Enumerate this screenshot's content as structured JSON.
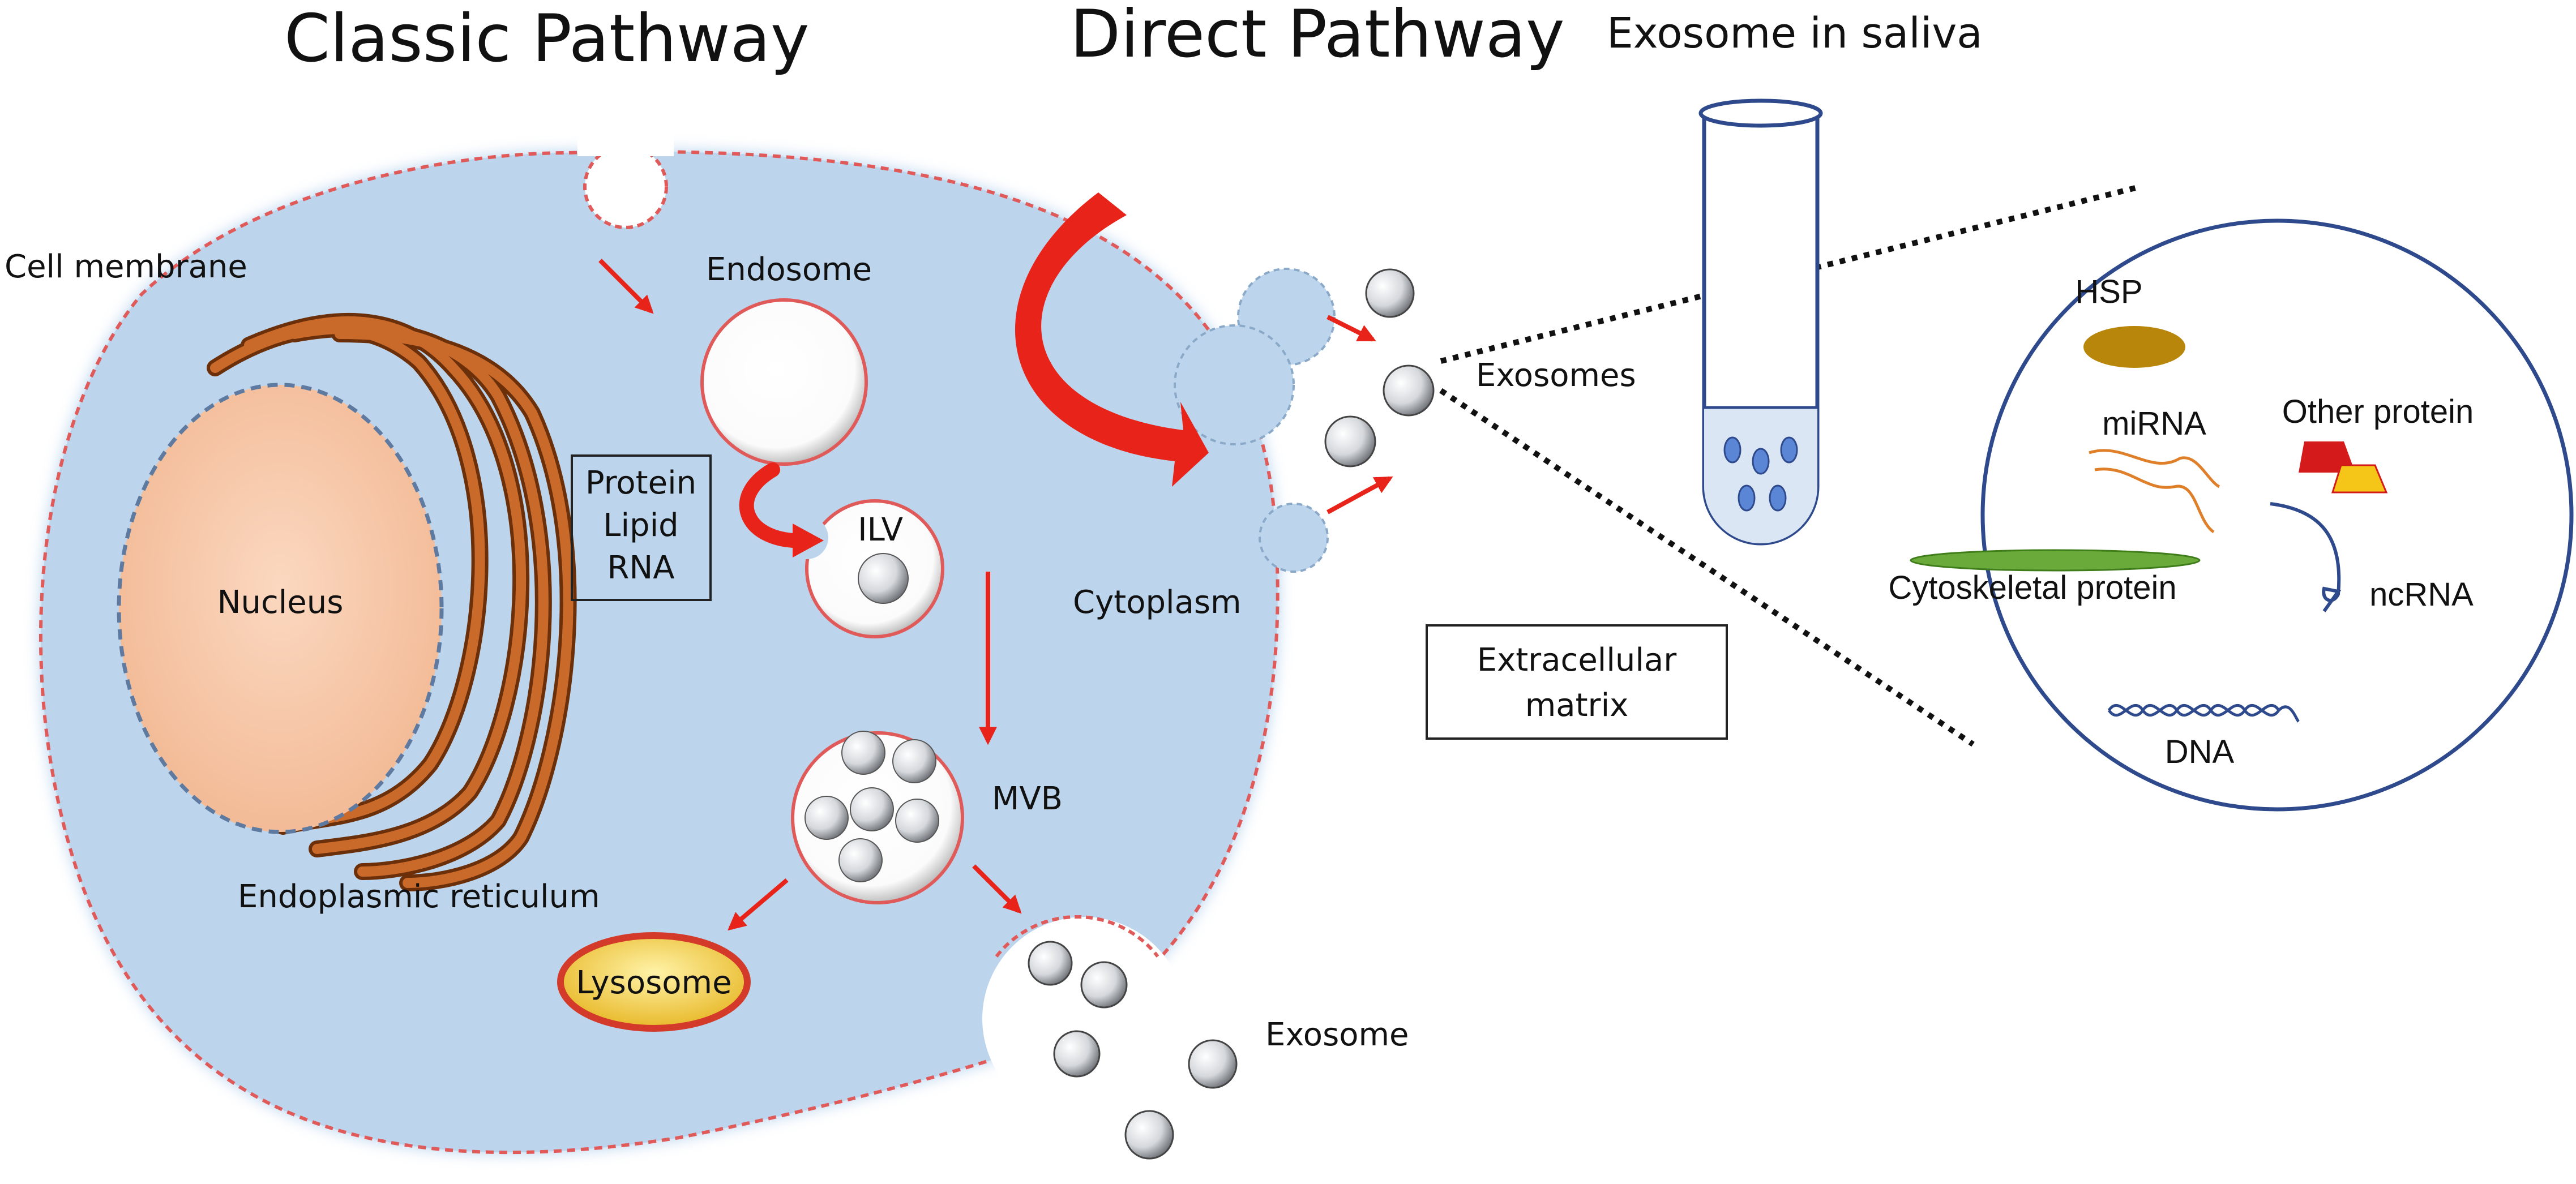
{
  "titles": {
    "classic": "Classic Pathway",
    "direct": "Direct Pathway",
    "saliva": "Exosome in saliva"
  },
  "cell": {
    "cell_membrane": "Cell membrane",
    "endosome": "Endosome",
    "nucleus": "Nucleus",
    "endoplasmic_reticulum": "Endoplasmic reticulum",
    "cargo_box": [
      "Protein",
      "Lipid",
      "RNA"
    ],
    "ilv": "ILV",
    "mvb": "MVB",
    "lysosome": "Lysosome",
    "cytoplasm": "Cytoplasm",
    "exosome": "Exosome",
    "exosomes": "Exosomes"
  },
  "extracellular": [
    "Extracellular",
    "matrix"
  ],
  "contents": {
    "hsp": "HSP",
    "mirna": "miRNA",
    "other_protein": "Other protein",
    "cytoskeletal_protein": "Cytoskeletal protein",
    "ncrna": "ncRNA",
    "dna": "DNA"
  },
  "colors": {
    "cell_fill": "#bcd5ec",
    "membrane_dash": "#e05a5a",
    "arrow_red": "#e8231a",
    "nucleus_fill": "#f7c8a8",
    "er_brown": "#a6531c",
    "tube_blue": "#2e4a8c",
    "hsp_gold": "#b8860b",
    "cytoskeletal_green": "#6aaa3a",
    "mirna_orange": "#e07f2a",
    "lysosome_yellow": "#f3d24a"
  }
}
